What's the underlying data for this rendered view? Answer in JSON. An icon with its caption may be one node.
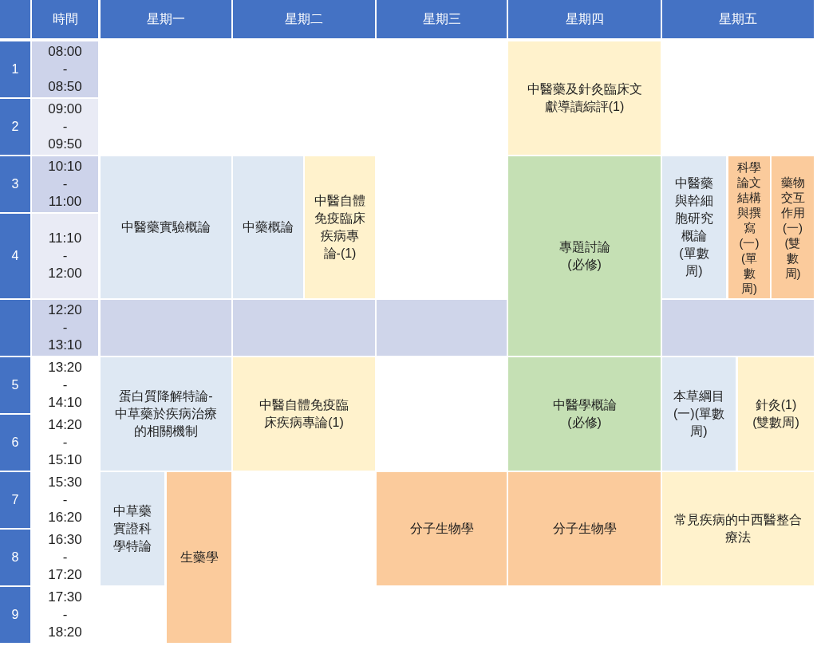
{
  "diagram": {
    "nodes": [
      {
        "text": [],
        "shape": "box"
      },
      {
        "text": [
          "時間"
        ]
      },
      {
        "text": [
          "星期一"
        ]
      },
      {
        "text": [
          "星期二"
        ]
      },
      {
        "text": [
          "星期三"
        ]
      },
      {
        "text": [
          "星期四"
        ]
      },
      {
        "text": [
          "星期五"
        ]
      },
      {
        "text": [
          "1"
        ]
      },
      {
        "text": [
          "08:00 - 08:50"
        ]
      },
      {
        "text": [
          "中醫藥及針灸臨床文獻導讀綜評(1)"
        ]
      },
      {
        "text": [
          "2"
        ]
      },
      {
        "text": [
          "09:00 - 09:50"
        ]
      },
      {
        "text": [
          "3"
        ]
      },
      {
        "text": [
          "10:10 - 11:00"
        ]
      },
      {
        "text": [
          "中醫藥實驗概論"
        ]
      },
      {
        "text": [
          "中藥概論"
        ]
      },
      {
        "text": [
          "中醫自體免疫臨床疾病專論-(1)"
        ]
      },
      {
        "text": [
          "專題討論(必修)"
        ]
      },
      {
        "text": [
          "中醫藥與幹細胞研究概論(單數周)"
        ]
      },
      {
        "text": [
          "科學論文結構與撰寫(一)(單數周)"
        ]
      },
      {
        "text": [
          "藥物交互作用(一)(雙數周)"
        ]
      },
      {
        "text": [
          "4"
        ]
      },
      {
        "text": [
          "11:10 - 12:00"
        ]
      },
      {
        "text": [],
        "shape": "box"
      },
      {
        "text": [
          "12:20 - 13:10"
        ]
      },
      {
        "text": [],
        "shape": "box"
      },
      {
        "text": [],
        "shape": "box"
      },
      {
        "text": [],
        "shape": "box"
      },
      {
        "text": [],
        "shape": "box"
      },
      {
        "text": [
          "5"
        ]
      },
      {
        "text": [
          "13:20 - 14:10"
        ]
      },
      {
        "text": [
          "蛋白質降解特論-中草藥於疾病治療的相關機制"
        ]
      },
      {
        "text": [
          "中醫自體免疫臨床疾病專論(1)"
        ]
      },
      {
        "text": [
          "中醫學概論(必修)"
        ]
      },
      {
        "text": [
          "本草綱目(一)(單數周)"
        ]
      },
      {
        "text": [
          "針灸(1)(雙數周)"
        ]
      },
      {
        "text": [
          "6"
        ]
      },
      {
        "text": [
          "14:20 - 15:10"
        ]
      },
      {
        "text": [
          "7"
        ]
      },
      {
        "text": [
          "15:30 - 16:20"
        ]
      },
      {
        "text": [
          "中草藥實證科學特論"
        ]
      },
      {
        "text": [
          "生藥學"
        ]
      },
      {
        "text": [
          "分子生物學"
        ]
      },
      {
        "text": [
          "分子生物學"
        ]
      },
      {
        "text": [
          "常見疾病的中西醫整合療法"
        ]
      },
      {
        "text": [
          "8"
        ]
      },
      {
        "text": [
          "16:30 - 17:20"
        ]
      },
      {
        "text": [
          "9"
        ]
      },
      {
        "text": [
          "17:30 - 18:20"
        ]
      }
    ]
  }
}
